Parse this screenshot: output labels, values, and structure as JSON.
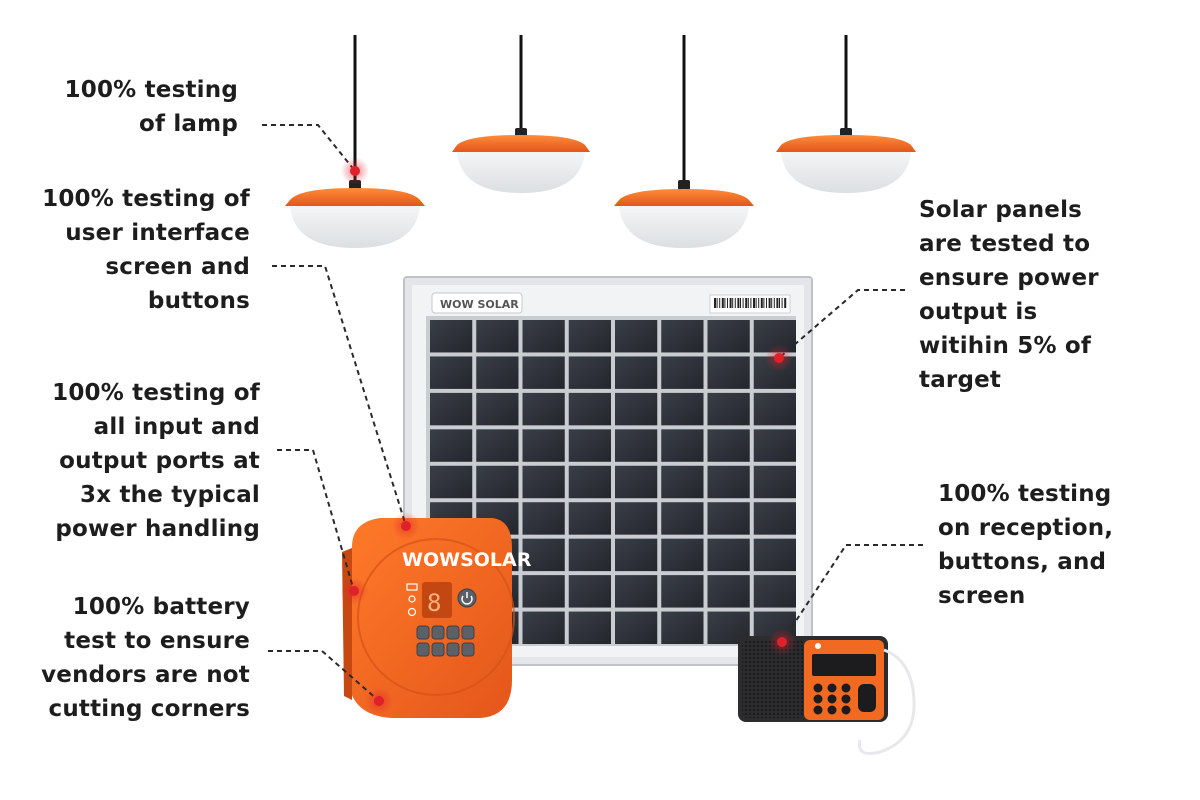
{
  "callouts": {
    "lamp": "100% testing\nof lamp",
    "ui": "100% testing of\nuser  interface\nscreen and\nbuttons",
    "ports": "100% testing of\nall input and\noutput ports at\n3x the typical\npower handling",
    "battery": "100% battery\ntest to ensure\nvendors are not\ncutting corners",
    "solar": "Solar panels\nare tested to\nensure power\noutput is\nwitihin 5% of\ntarget",
    "radio": "100% testing\non reception,\nbuttons, and\nscreen"
  },
  "brand": {
    "panel_logo": "WOW SOLAR",
    "device_logo": "WOWSOLAR"
  },
  "colors": {
    "accent_orange": "#f26a21",
    "marker_red": "#e0202a",
    "panel_cell": "#2a2d34",
    "frame_silver": "#d9dbde"
  },
  "icons": {
    "power": "power-icon",
    "sun": "sun-icon",
    "battery": "battery-icon"
  }
}
